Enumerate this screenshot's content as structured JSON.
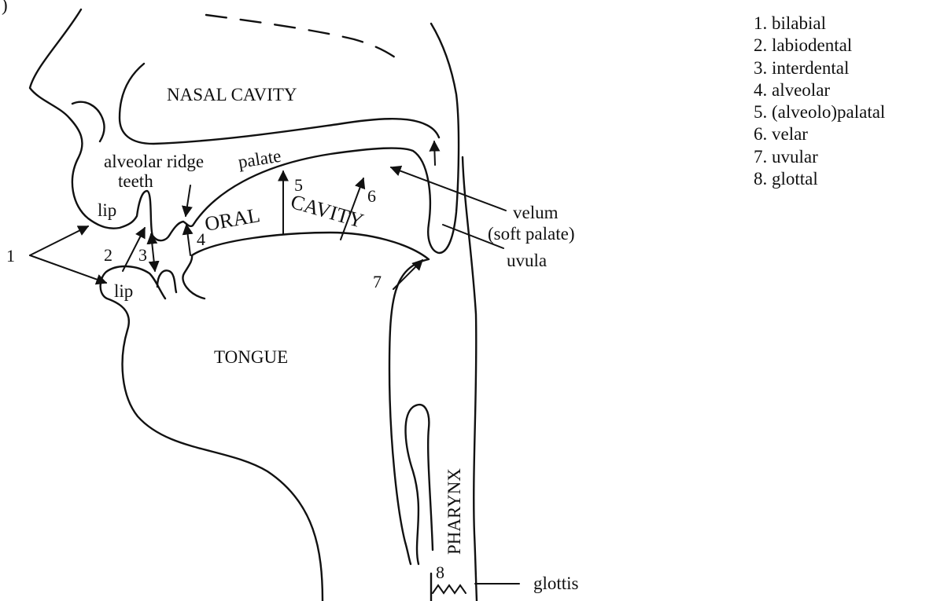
{
  "labels": {
    "partial_label": ")",
    "nasal_cavity": "NASAL CAVITY",
    "alveolar_ridge": "alveolar ridge",
    "palate": "palate",
    "teeth": "teeth",
    "lip_upper": "lip",
    "lip_lower": "lip",
    "oral": "ORAL",
    "cavity": "CAVITY",
    "velum": "velum",
    "soft_palate": "(soft palate)",
    "uvula": "uvula",
    "tongue": "TONGUE",
    "pharynx": "PHARYNX",
    "glottis": "glottis"
  },
  "numbers": {
    "n1": "1",
    "n2": "2",
    "n3": "3",
    "n4": "4",
    "n5": "5",
    "n6": "6",
    "n7": "7",
    "n8": "8"
  },
  "legend": [
    "1. bilabial",
    "2. labiodental",
    "3. interdental",
    "4. alveolar",
    "5. (alveolo)palatal",
    "6. velar",
    "7. uvular",
    "8. glottal"
  ]
}
